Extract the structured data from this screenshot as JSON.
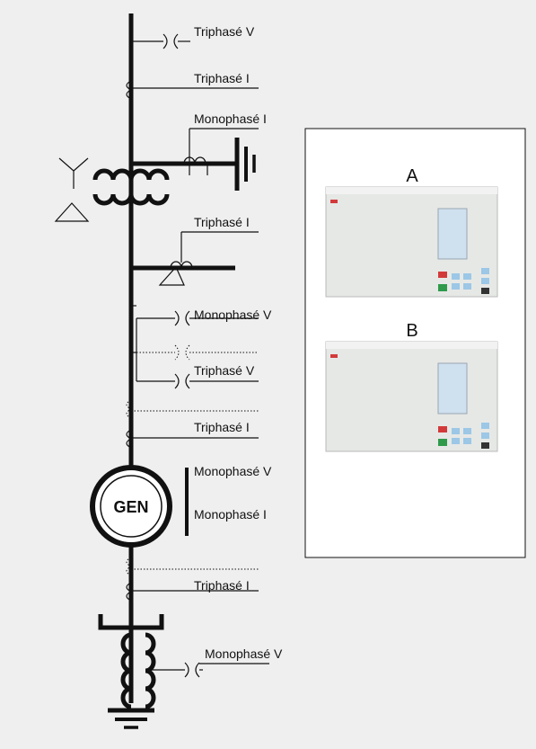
{
  "labels": {
    "vt_top": "Triphasé V",
    "ct_top": "Triphasé I",
    "ct_neutral_tx": "Monophasé I",
    "ct_aux": "Triphasé I",
    "vt_mono": "Monophasé V",
    "vt_tri": "Triphasé V",
    "ct_gen_top": "Triphasé I",
    "gen_v": "Monophasé V",
    "gen_i": "Monophasé I",
    "ct_gen_bottom": "Triphasé I",
    "vt_neutral": "Monophasé V"
  },
  "generator": {
    "label": "GEN"
  },
  "relay_panel": {
    "relay_a": "A",
    "relay_b": "B"
  },
  "colors": {
    "background": "#efefef",
    "line": "#111111",
    "panel": "#ffffff",
    "relay_body": "#e6e8e6",
    "relay_screen": "#cfe0ef",
    "relay_key": "#9cc7e6",
    "relay_key_red": "#d23a3a",
    "relay_key_green": "#2f9a4a"
  }
}
